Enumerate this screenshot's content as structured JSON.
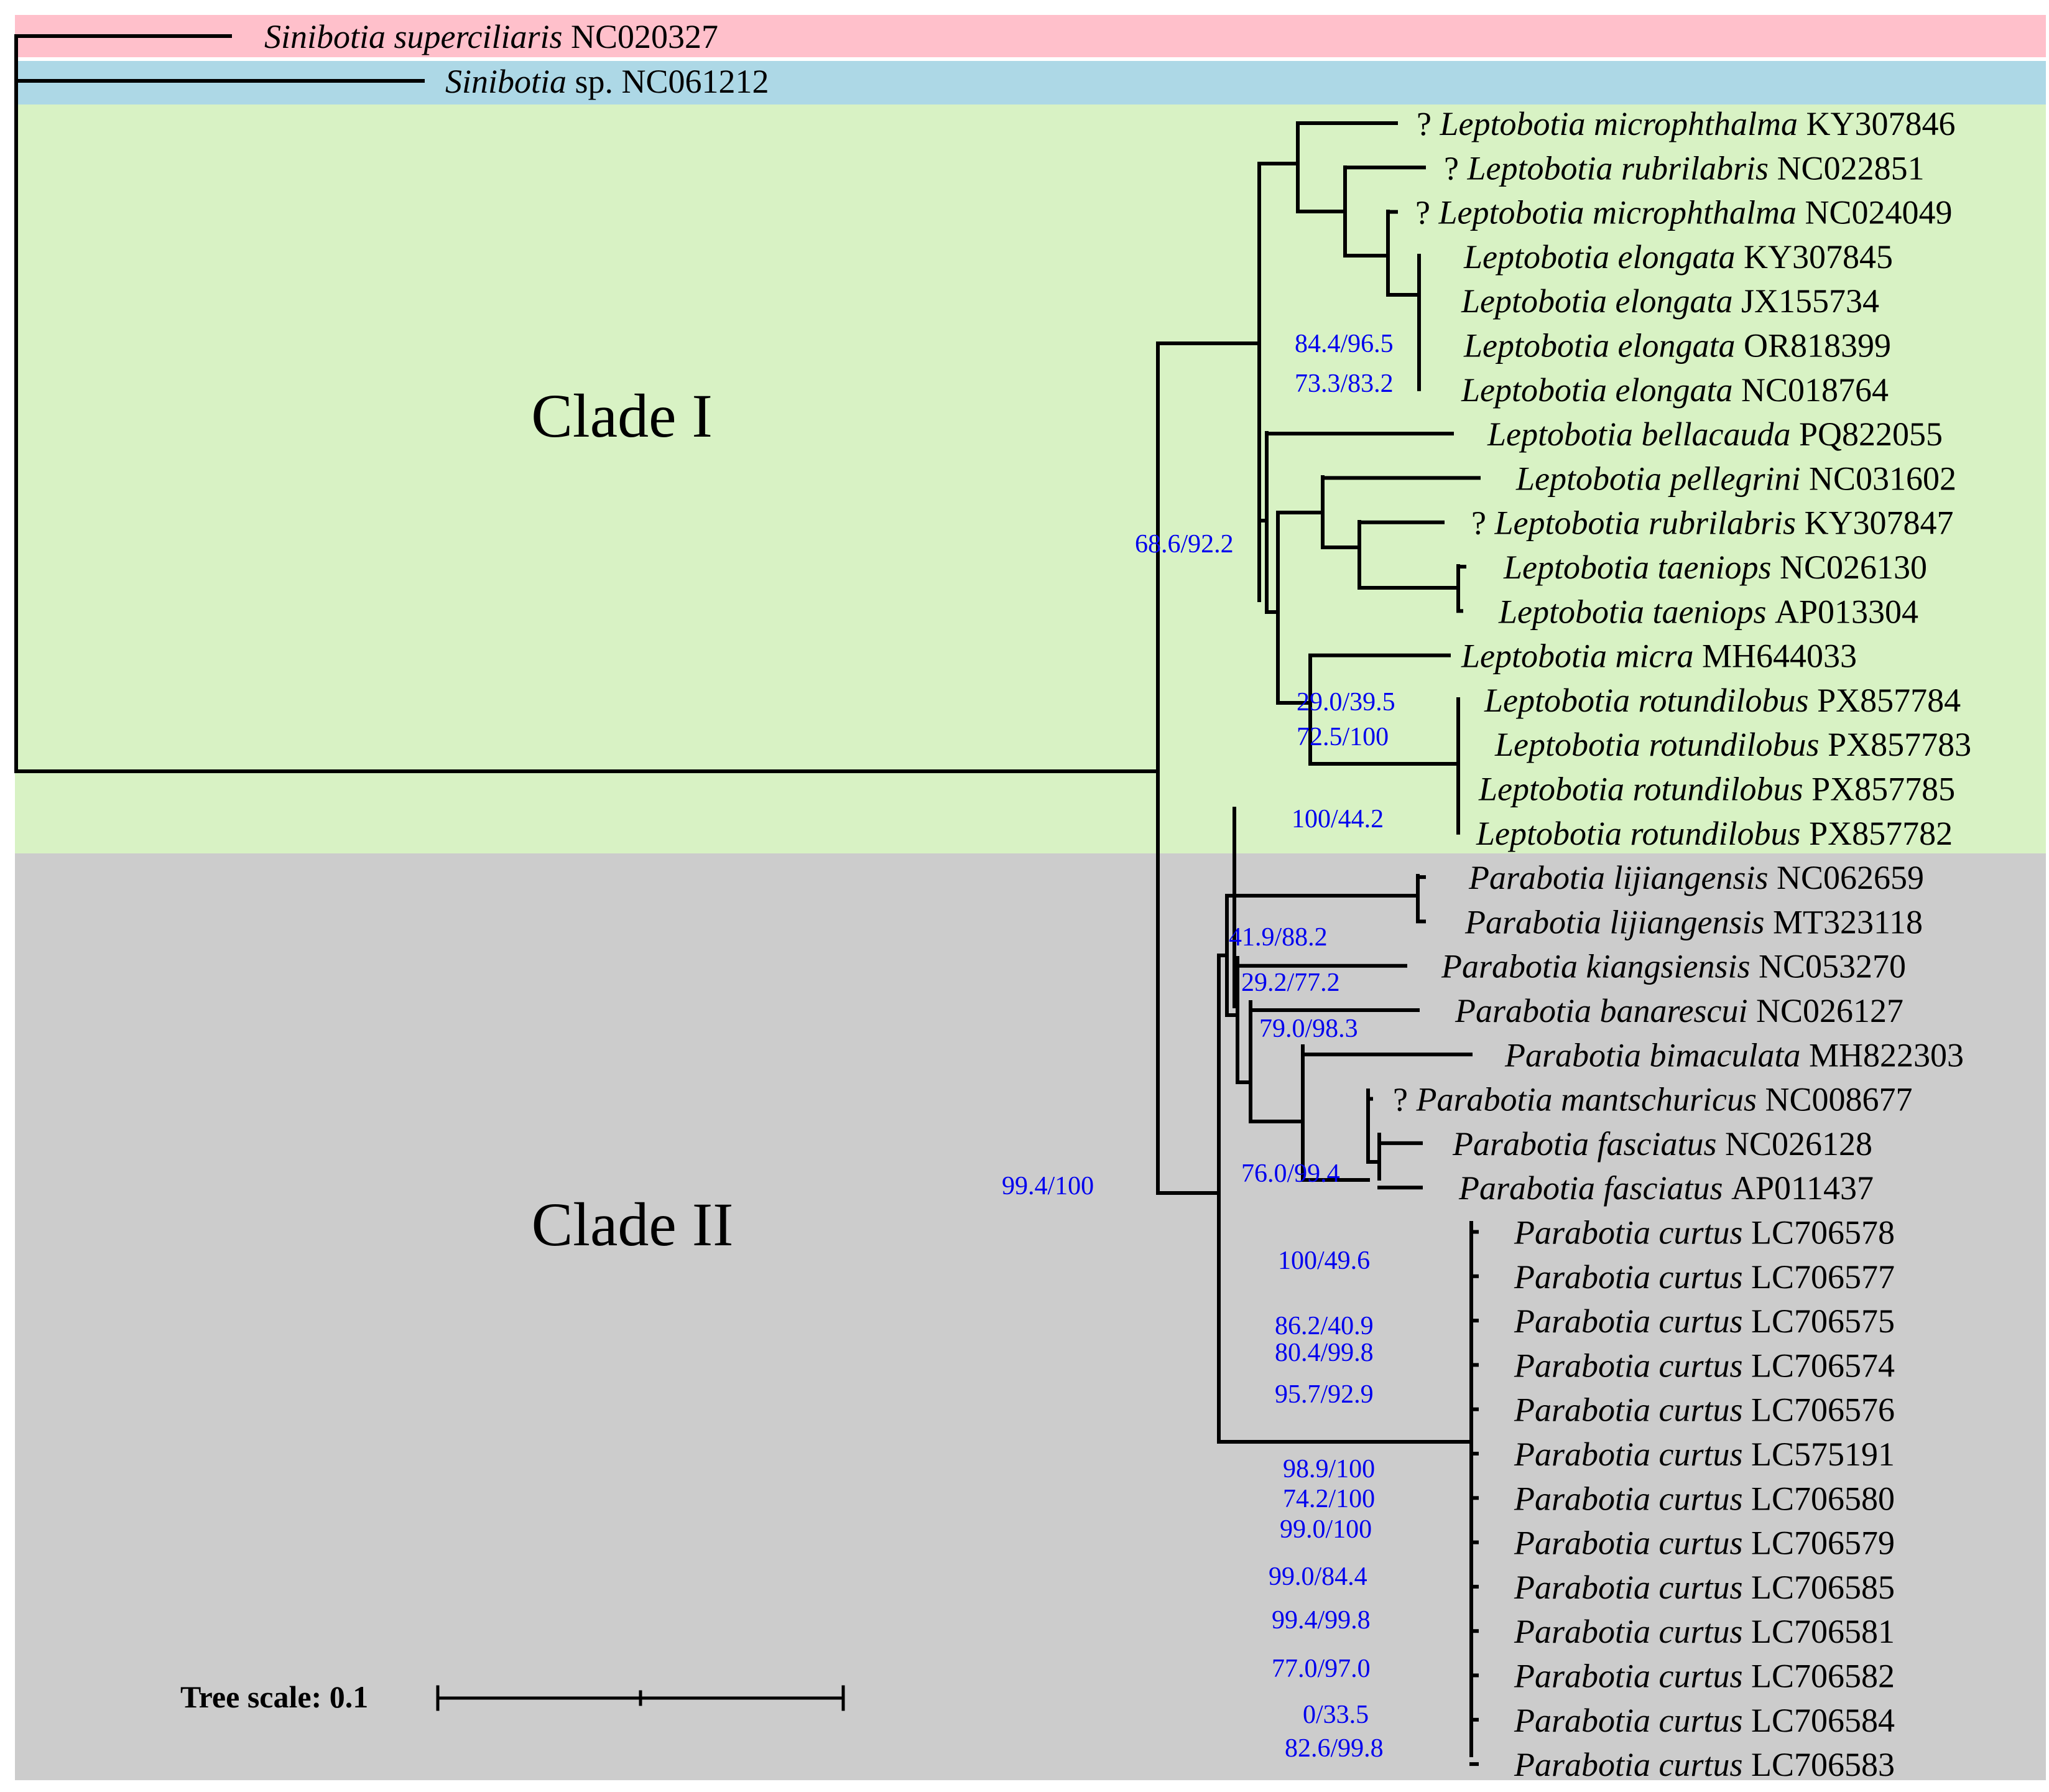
{
  "colors": {
    "outgroup1_band": "#ffc0cb",
    "outgroup2_band": "#add8e6",
    "clade1_band": "#d8f2c4",
    "clade2_band": "#cccccc",
    "support_text": "#0000ee",
    "new_species_text": "#ee0000",
    "branch": "#000000"
  },
  "clade_labels": [
    "Clade I",
    "Clade II"
  ],
  "taxa": [
    {
      "q": "",
      "genus": "Sinibotia",
      "epithet": "superciliaris",
      "acc": "NC020327",
      "highlight": false
    },
    {
      "q": "",
      "genus": "Sinibotia",
      "epithet": "sp.",
      "acc": "NC061212",
      "highlight": false,
      "epithet_roman": true
    },
    {
      "q": "?",
      "genus": "Leptobotia",
      "epithet": "microphthalma",
      "acc": "KY307846",
      "highlight": false
    },
    {
      "q": "?",
      "genus": "Leptobotia",
      "epithet": "rubrilabris",
      "acc": "NC022851",
      "highlight": false
    },
    {
      "q": "?",
      "genus": "Leptobotia",
      "epithet": "microphthalma",
      "acc": "NC024049",
      "highlight": false
    },
    {
      "q": "",
      "genus": "Leptobotia",
      "epithet": "elongata",
      "acc": "KY307845",
      "highlight": false
    },
    {
      "q": "",
      "genus": "Leptobotia",
      "epithet": "elongata",
      "acc": "JX155734",
      "highlight": false
    },
    {
      "q": "",
      "genus": "Leptobotia",
      "epithet": "elongata",
      "acc": "OR818399",
      "highlight": false
    },
    {
      "q": "",
      "genus": "Leptobotia",
      "epithet": "elongata",
      "acc": "NC018764",
      "highlight": false
    },
    {
      "q": "",
      "genus": "Leptobotia",
      "epithet": "bellacauda",
      "acc": "PQ822055",
      "highlight": false
    },
    {
      "q": "",
      "genus": "Leptobotia",
      "epithet": "pellegrini",
      "acc": "NC031602",
      "highlight": false
    },
    {
      "q": "?",
      "genus": "Leptobotia",
      "epithet": "rubrilabris",
      "acc": "KY307847",
      "highlight": false
    },
    {
      "q": "",
      "genus": "Leptobotia",
      "epithet": "taeniops",
      "acc": "NC026130",
      "highlight": false
    },
    {
      "q": "",
      "genus": "Leptobotia",
      "epithet": "taeniops",
      "acc": "AP013304",
      "highlight": false
    },
    {
      "q": "",
      "genus": "Leptobotia",
      "epithet": "micra",
      "acc": "MH644033",
      "highlight": false
    },
    {
      "q": "",
      "genus": "Leptobotia",
      "epithet": "rotundilobus",
      "acc": "PX857784",
      "highlight": true
    },
    {
      "q": "",
      "genus": "Leptobotia",
      "epithet": "rotundilobus",
      "acc": "PX857783",
      "highlight": true
    },
    {
      "q": "",
      "genus": "Leptobotia",
      "epithet": "rotundilobus",
      "acc": "PX857785",
      "highlight": true
    },
    {
      "q": "",
      "genus": "Leptobotia",
      "epithet": "rotundilobus",
      "acc": "PX857782",
      "highlight": true
    },
    {
      "q": "",
      "genus": "Parabotia",
      "epithet": "lijiangensis",
      "acc": "NC062659",
      "highlight": false
    },
    {
      "q": "",
      "genus": "Parabotia",
      "epithet": "lijiangensis",
      "acc": "MT323118",
      "highlight": false
    },
    {
      "q": "",
      "genus": "Parabotia",
      "epithet": "kiangsiensis",
      "acc": "NC053270",
      "highlight": false
    },
    {
      "q": "",
      "genus": "Parabotia",
      "epithet": "banarescui",
      "acc": "NC026127",
      "highlight": false
    },
    {
      "q": "",
      "genus": "Parabotia",
      "epithet": "bimaculata",
      "acc": "MH822303",
      "highlight": false
    },
    {
      "q": "?",
      "genus": "Parabotia",
      "epithet": "mantschuricus",
      "acc": "NC008677",
      "highlight": false
    },
    {
      "q": "",
      "genus": "Parabotia",
      "epithet": "fasciatus",
      "acc": "NC026128",
      "highlight": false
    },
    {
      "q": "",
      "genus": "Parabotia",
      "epithet": "fasciatus",
      "acc": "AP011437",
      "highlight": false
    },
    {
      "q": "",
      "genus": "Parabotia",
      "epithet": "curtus",
      "acc": "LC706578",
      "highlight": false
    },
    {
      "q": "",
      "genus": "Parabotia",
      "epithet": "curtus",
      "acc": "LC706577",
      "highlight": false
    },
    {
      "q": "",
      "genus": "Parabotia",
      "epithet": "curtus",
      "acc": "LC706575",
      "highlight": false
    },
    {
      "q": "",
      "genus": "Parabotia",
      "epithet": "curtus",
      "acc": "LC706574",
      "highlight": false
    },
    {
      "q": "",
      "genus": "Parabotia",
      "epithet": "curtus",
      "acc": "LC706576",
      "highlight": false
    },
    {
      "q": "",
      "genus": "Parabotia",
      "epithet": "curtus",
      "acc": "LC575191",
      "highlight": false
    },
    {
      "q": "",
      "genus": "Parabotia",
      "epithet": "curtus",
      "acc": "LC706580",
      "highlight": false
    },
    {
      "q": "",
      "genus": "Parabotia",
      "epithet": "curtus",
      "acc": "LC706579",
      "highlight": false
    },
    {
      "q": "",
      "genus": "Parabotia",
      "epithet": "curtus",
      "acc": "LC706585",
      "highlight": false
    },
    {
      "q": "",
      "genus": "Parabotia",
      "epithet": "curtus",
      "acc": "LC706581",
      "highlight": false
    },
    {
      "q": "",
      "genus": "Parabotia",
      "epithet": "curtus",
      "acc": "LC706582",
      "highlight": false
    },
    {
      "q": "",
      "genus": "Parabotia",
      "epithet": "curtus",
      "acc": "LC706584",
      "highlight": false
    },
    {
      "q": "",
      "genus": "Parabotia",
      "epithet": "curtus",
      "acc": "LC706583",
      "highlight": false
    }
  ],
  "support_values": [
    "84.4/96.5",
    "73.3/83.2",
    "68.6/92.2",
    "29.0/39.5",
    "72.5/100",
    "100/44.2",
    "41.9/88.2",
    "29.2/77.2",
    "79.0/98.3",
    "76.0/99.4",
    "99.4/100",
    "100/49.6",
    "86.2/40.9",
    "80.4/99.8",
    "95.7/92.9",
    "98.9/100",
    "74.2/100",
    "99.0/100",
    "99.0/84.4",
    "99.4/99.8",
    "77.0/97.0",
    "0/33.5",
    "82.6/99.8"
  ],
  "scale_bar": {
    "label": "Tree scale: 0.1"
  }
}
